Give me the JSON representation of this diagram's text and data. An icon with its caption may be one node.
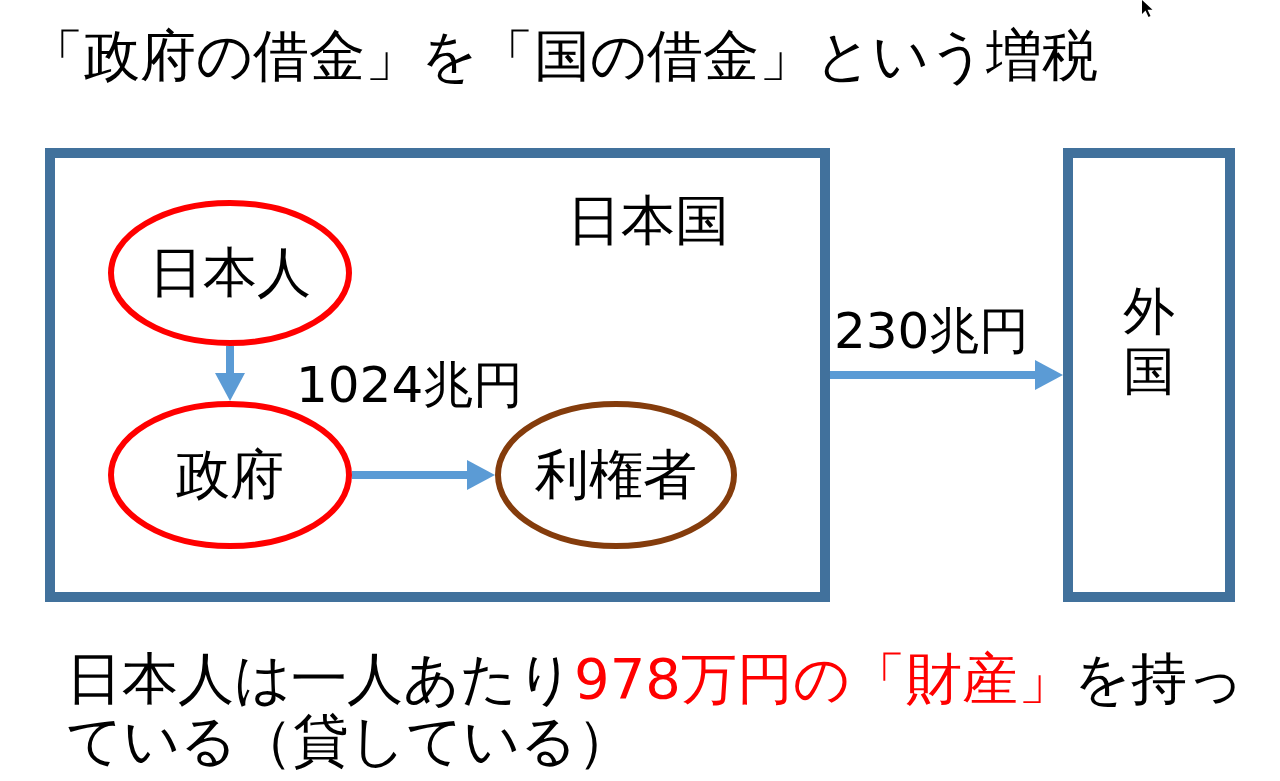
{
  "diagram": {
    "title": "「政府の借金」を「国の借金」という増税",
    "caption": "日本人は一人あたり**978万円の「財産」**を持っている（貸している）",
    "nodes": [
      {
        "text": [
          "日本国"
        ]
      },
      {
        "text": [
          "日本人"
        ],
        "in": 0
      },
      {
        "text": [
          "政府"
        ],
        "in": 0
      },
      {
        "text": [
          "利権者"
        ],
        "in": 0
      },
      {
        "text": [
          "外国"
        ]
      }
    ],
    "edges": [
      {
        "from": 1,
        "to": 2,
        "arrow": "to"
      },
      {
        "from": 2,
        "to": 3,
        "label": "1024兆円",
        "arrow": "to"
      },
      {
        "from": 0,
        "to": 4,
        "label": "230兆円",
        "arrow": "to"
      }
    ]
  }
}
